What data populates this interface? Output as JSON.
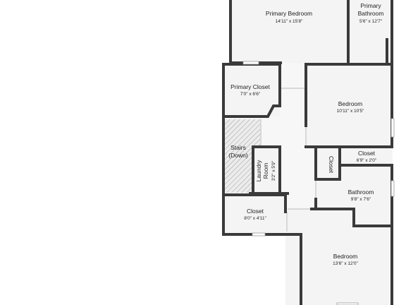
{
  "rooms": {
    "primary_bedroom": {
      "name": "Primary Bedroom",
      "dims": "14'11\" x 15'8\""
    },
    "primary_bathroom": {
      "name_line1": "Primary",
      "name_line2": "Bathroom",
      "dims": "5'6\" x 12'7\""
    },
    "primary_closet": {
      "name": "Primary Closet",
      "dims": "7'0\" x 6'6\""
    },
    "bedroom_2": {
      "name": "Bedroom",
      "dims": "10'11\" x 10'5\""
    },
    "stairs": {
      "name_line1": "Stairs",
      "name_line2": "(Down)"
    },
    "laundry": {
      "name_line1": "Laundry",
      "name_line2": "Room",
      "dims": "3'2\" x 5'9\""
    },
    "closet_small": {
      "name": "Closet"
    },
    "closet_right": {
      "name": "Closet",
      "dims": "6'9\" x 2'0\""
    },
    "bathroom": {
      "name": "Bathroom",
      "dims": "9'8\" x 7'6\""
    },
    "closet_left": {
      "name": "Closet",
      "dims": "8'0\" x 4'11\""
    },
    "bedroom_3": {
      "name": "Bedroom",
      "dims": "13'6\" x 12'0\""
    }
  }
}
